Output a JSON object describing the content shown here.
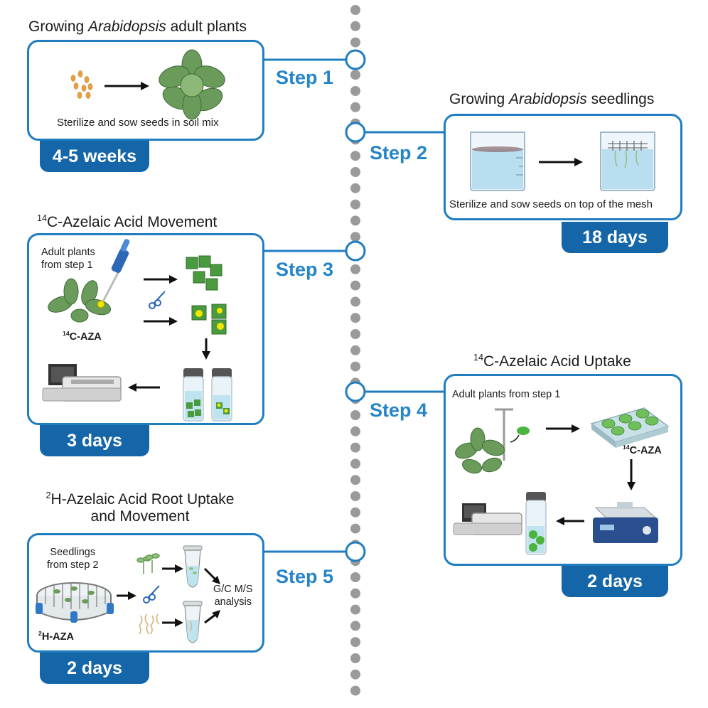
{
  "colors": {
    "accent": "#1f7dc0",
    "badge": "#1466a9",
    "step_text": "#2585c7",
    "leaf": "#6b9b5a",
    "square": "#3f9b3f",
    "dot": "#f2e600"
  },
  "step1": {
    "title_pre": "Growing ",
    "title_italic": "Arabidopsis",
    "title_post": " adult plants",
    "caption": "Sterilize and sow seeds in soil mix",
    "duration": "4-5 weeks",
    "step_label": "Step 1"
  },
  "step2": {
    "title_pre": "Growing ",
    "title_italic": "Arabidopsis",
    "title_post": " seedlings",
    "caption": "Sterilize and sow seeds on top of the mesh",
    "duration": "18 days",
    "step_label": "Step 2"
  },
  "step3": {
    "title_sup": "14",
    "title_rest": "C-Azelaic Acid Movement",
    "label_line1": "Adult plants",
    "label_line2": "from step 1",
    "tag_sup": "14",
    "tag_rest": "C-AZA",
    "duration": "3 days",
    "step_label": "Step 3"
  },
  "step4": {
    "title_sup": "14",
    "title_rest": "C-Azelaic Acid Uptake",
    "label": "Adult plants from step 1",
    "tag_sup": "14",
    "tag_rest": "C-AZA",
    "duration": "2 days",
    "step_label": "Step 4"
  },
  "step5": {
    "title_line1_sup": "2",
    "title_line1_rest": "H-Azelaic Acid Root Uptake",
    "title_line2": "and Movement",
    "label_line1": "Seedlings",
    "label_line2": "from step 2",
    "tag_sup": "2",
    "tag_rest": "H-AZA",
    "analysis_line1": "G/C M/S",
    "analysis_line2": "analysis",
    "duration": "2 days",
    "step_label": "Step 5"
  },
  "icons": [
    "seed-icon",
    "rosette-plant-icon",
    "beaker-icon",
    "pipette-icon",
    "scissors-icon",
    "vial-icon",
    "scintillation-counter-icon",
    "well-plate-icon",
    "shaker-icon",
    "mesh-dish-icon",
    "eppendorf-tube-icon",
    "leaf-punch-icon"
  ]
}
